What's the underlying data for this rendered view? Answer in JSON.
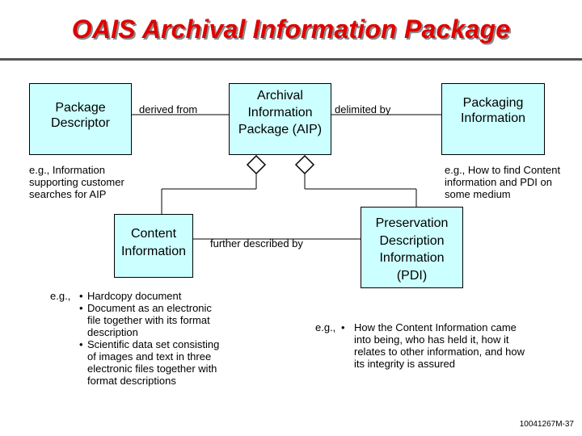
{
  "title": "OAIS Archival Information Package",
  "boxes": {
    "package_descriptor": [
      "Package",
      "Descriptor"
    ],
    "aip": [
      "Archival",
      "Information",
      "Package (AIP)"
    ],
    "packaging_information": [
      "Packaging",
      "Information"
    ],
    "content_information": [
      "Content",
      "Information"
    ],
    "pdi": [
      "Preservation",
      "Description",
      "Information",
      "(PDI)"
    ]
  },
  "relations": {
    "derived_from": "derived from",
    "delimited_by": "delimited by",
    "further_described_by": "further described by"
  },
  "notes": {
    "package_descriptor": [
      "e.g., Information",
      "supporting customer",
      "searches for AIP"
    ],
    "packaging_information": [
      "e.g., How to find Content",
      "information and PDI on",
      "some medium"
    ],
    "content_prefix": "e.g.,",
    "content_items": [
      [
        "Hardcopy document"
      ],
      [
        "Document as an electronic",
        "file together with its format",
        "description"
      ],
      [
        "Scientific data set consisting",
        "of images and text in three",
        "electronic files together with",
        "format descriptions"
      ]
    ],
    "pdi_prefix": "e.g.,",
    "pdi_items": [
      [
        "How the Content Information came",
        "into being, who has held it, how it",
        "relates to other information, and how",
        "its integrity is assured"
      ]
    ]
  },
  "footer": "10041267M-37"
}
